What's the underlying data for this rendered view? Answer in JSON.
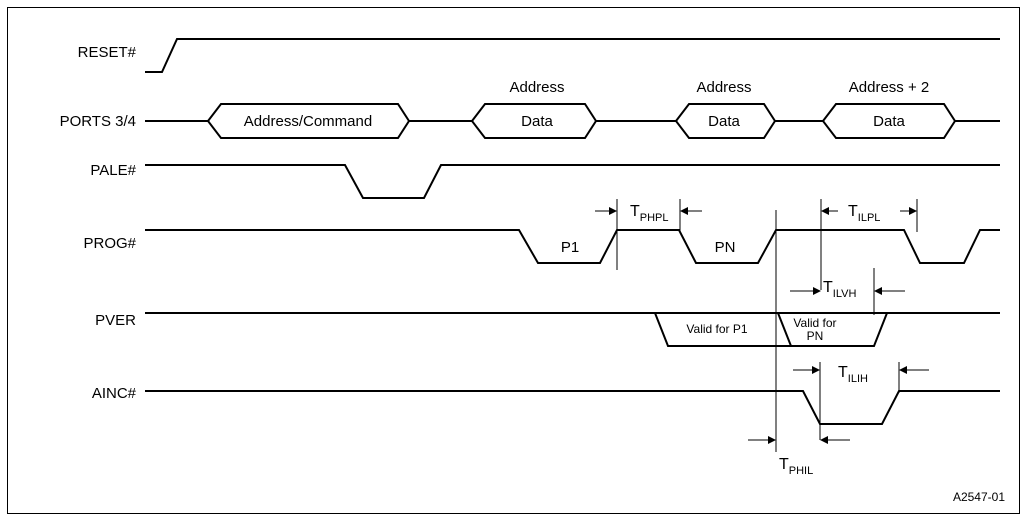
{
  "signals": {
    "reset": "RESET#",
    "ports": "PORTS 3/4",
    "pale": "PALE#",
    "prog": "PROG#",
    "pver": "PVER",
    "ainc": "AINC#"
  },
  "ports_bus": {
    "cell1": "Address/Command",
    "cell2_top": "Address",
    "cell2": "Data",
    "cell3_top": "Address",
    "cell3": "Data",
    "cell4_top": "Address + 2",
    "cell4": "Data"
  },
  "prog_pulses": {
    "p1": "P1",
    "pn": "PN"
  },
  "pver_windows": {
    "valid_p1": "Valid for P1",
    "valid_pn_line1": "Valid for",
    "valid_pn_line2": "PN"
  },
  "timing": {
    "tphpl": {
      "main": "T",
      "sub": "PHPL"
    },
    "tilpl": {
      "main": "T",
      "sub": "ILPL"
    },
    "tilvh": {
      "main": "T",
      "sub": "ILVH"
    },
    "tilih": {
      "main": "T",
      "sub": "ILIH"
    },
    "tphil": {
      "main": "T",
      "sub": "PHIL"
    }
  },
  "figure_id": "A2547-01"
}
